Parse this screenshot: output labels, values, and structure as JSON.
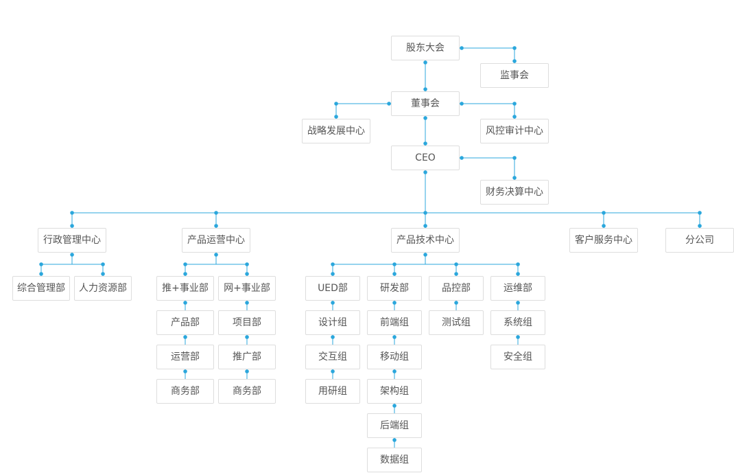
{
  "diagram_type": "org-chart",
  "colors": {
    "connector_line": "#2BA7DC",
    "junction_dot": "#2BA7DC",
    "node_border": "#dddddd",
    "node_text": "#555555",
    "background": "#ffffff"
  },
  "nodes": {
    "shareholders": {
      "label": "股东大会"
    },
    "supervisory": {
      "label": "监事会"
    },
    "board": {
      "label": "董事会"
    },
    "strategy_center": {
      "label": "战略发展中心"
    },
    "risk_audit_center": {
      "label": "风控审计中心"
    },
    "ceo": {
      "label": "CEO"
    },
    "finance_center": {
      "label": "财务决算中心"
    },
    "admin_center": {
      "label": "行政管理中心"
    },
    "product_ops_center": {
      "label": "产品运营中心"
    },
    "product_tech_center": {
      "label": "产品技术中心"
    },
    "customer_service_center": {
      "label": "客户服务中心"
    },
    "branch_company": {
      "label": "分公司"
    },
    "general_admin_dept": {
      "label": "综合管理部"
    },
    "hr_dept": {
      "label": "人力资源部"
    },
    "tui_division": {
      "label": "推+事业部"
    },
    "wang_division": {
      "label": "网+事业部"
    },
    "product_dept": {
      "label": "产品部"
    },
    "operations_dept": {
      "label": "运营部"
    },
    "tui_business_dept": {
      "label": "商务部"
    },
    "project_dept": {
      "label": "项目部"
    },
    "promotion_dept": {
      "label": "推广部"
    },
    "wang_business_dept": {
      "label": "商务部"
    },
    "ued_dept": {
      "label": "UED部"
    },
    "rd_dept": {
      "label": "研发部"
    },
    "qc_dept": {
      "label": "品控部"
    },
    "ops_maintenance_dept": {
      "label": "运维部"
    },
    "design_group": {
      "label": "设计组"
    },
    "interaction_group": {
      "label": "交互组"
    },
    "user_research_group": {
      "label": "用研组"
    },
    "frontend_group": {
      "label": "前端组"
    },
    "mobile_group": {
      "label": "移动组"
    },
    "architecture_group": {
      "label": "架构组"
    },
    "backend_group": {
      "label": "后端组"
    },
    "data_group": {
      "label": "数据组"
    },
    "testing_group": {
      "label": "测试组"
    },
    "system_group": {
      "label": "系统组"
    },
    "security_group": {
      "label": "安全组"
    }
  },
  "structure": {
    "shareholders": [
      "supervisory",
      "board"
    ],
    "board": [
      "strategy_center",
      "risk_audit_center",
      "ceo"
    ],
    "ceo": [
      "finance_center",
      "admin_center",
      "product_ops_center",
      "product_tech_center",
      "customer_service_center",
      "branch_company"
    ],
    "admin_center": [
      "general_admin_dept",
      "hr_dept"
    ],
    "product_ops_center": [
      "tui_division",
      "wang_division"
    ],
    "tui_division": [
      "product_dept",
      "operations_dept",
      "tui_business_dept"
    ],
    "wang_division": [
      "project_dept",
      "promotion_dept",
      "wang_business_dept"
    ],
    "product_tech_center": [
      "ued_dept",
      "rd_dept",
      "qc_dept",
      "ops_maintenance_dept"
    ],
    "ued_dept": [
      "design_group",
      "interaction_group",
      "user_research_group"
    ],
    "rd_dept": [
      "frontend_group",
      "mobile_group",
      "architecture_group",
      "backend_group",
      "data_group"
    ],
    "qc_dept": [
      "testing_group"
    ],
    "ops_maintenance_dept": [
      "system_group",
      "security_group"
    ]
  }
}
